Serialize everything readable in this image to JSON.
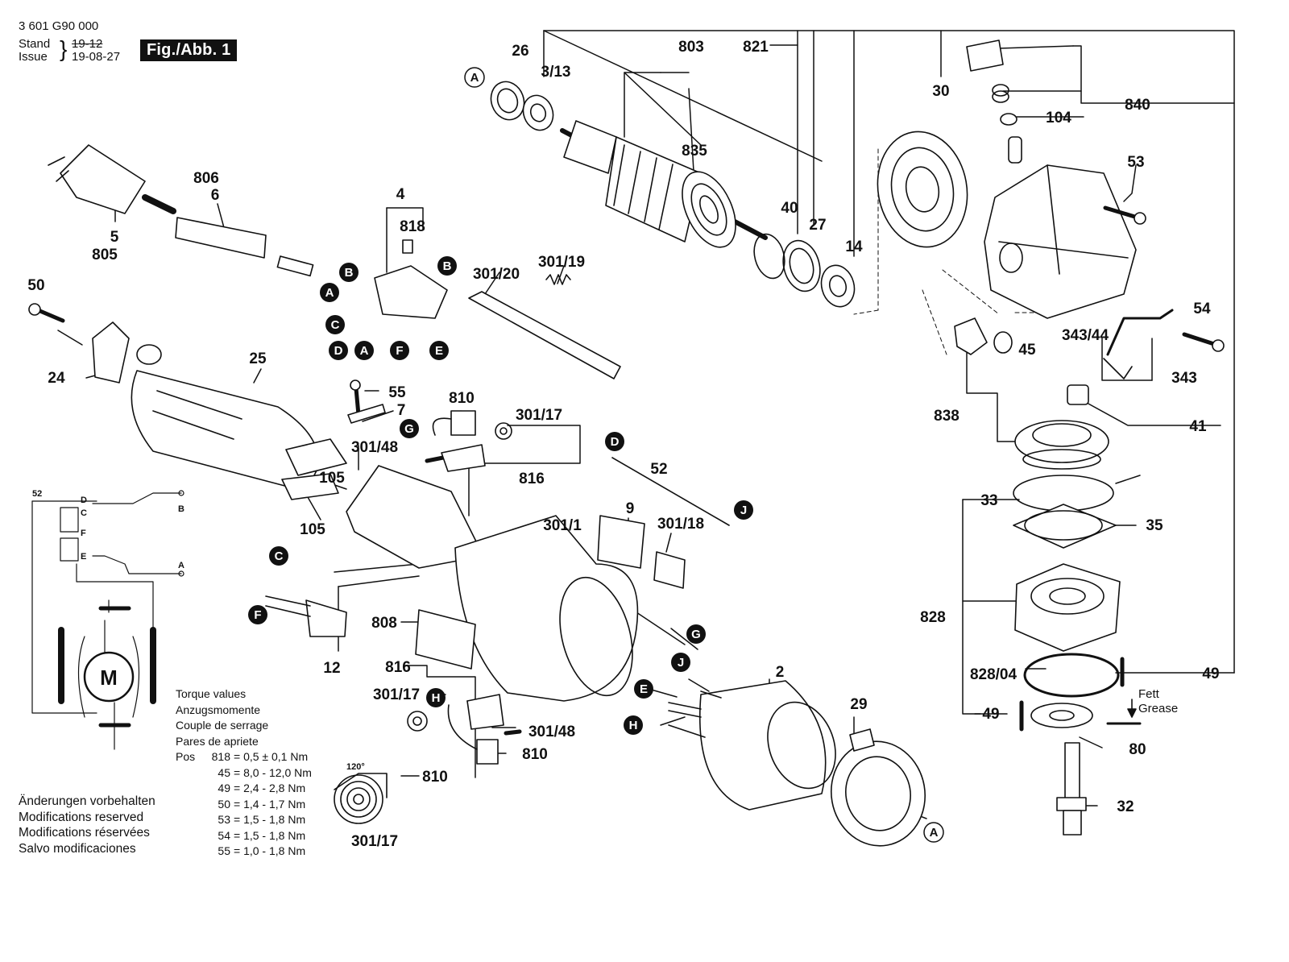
{
  "header": {
    "part_number": "3 601 G90 000",
    "stand_label": "Stand",
    "issue_label": "Issue",
    "stand_struck": "19-12",
    "issue_date": "19-08-27",
    "figure_label": "Fig./Abb. 1"
  },
  "torque": {
    "titles": [
      "Torque values",
      "Anzugsmomente",
      "Couple de serrage",
      "Pares de apriete"
    ],
    "prefix": "Pos",
    "rows": [
      {
        "pos": "818",
        "value": "0,5 ± 0,1 Nm"
      },
      {
        "pos": "45",
        "value": "8,0 - 12,0 Nm"
      },
      {
        "pos": "49",
        "value": "2,4 - 2,8 Nm"
      },
      {
        "pos": "50",
        "value": "1,4 - 1,7 Nm"
      },
      {
        "pos": "53",
        "value": "1,5 - 1,8 Nm"
      },
      {
        "pos": "54",
        "value": "1,5 - 1,8 Nm"
      },
      {
        "pos": "55",
        "value": "1,0 - 1,8 Nm"
      }
    ]
  },
  "notes": [
    "Änderungen vorbehalten",
    "Modifications reserved",
    "Modifications réservées",
    "Salvo modificaciones"
  ],
  "callouts": [
    {
      "id": "26",
      "text": "26"
    },
    {
      "id": "3-13",
      "text": "3/13"
    },
    {
      "id": "803",
      "text": "803"
    },
    {
      "id": "821",
      "text": "821"
    },
    {
      "id": "30",
      "text": "30"
    },
    {
      "id": "840",
      "text": "840"
    },
    {
      "id": "104",
      "text": "104"
    },
    {
      "id": "835",
      "text": "835"
    },
    {
      "id": "53",
      "text": "53"
    },
    {
      "id": "40",
      "text": "40"
    },
    {
      "id": "27",
      "text": "27"
    },
    {
      "id": "14",
      "text": "14"
    },
    {
      "id": "806",
      "text": "806"
    },
    {
      "id": "6",
      "text": "6"
    },
    {
      "id": "5",
      "text": "5"
    },
    {
      "id": "805",
      "text": "805"
    },
    {
      "id": "4",
      "text": "4"
    },
    {
      "id": "818",
      "text": "818"
    },
    {
      "id": "301-19",
      "text": "301/19"
    },
    {
      "id": "301-20",
      "text": "301/20"
    },
    {
      "id": "50",
      "text": "50"
    },
    {
      "id": "24",
      "text": "24"
    },
    {
      "id": "25",
      "text": "25"
    },
    {
      "id": "54",
      "text": "54"
    },
    {
      "id": "343-44",
      "text": "343/44"
    },
    {
      "id": "45",
      "text": "45"
    },
    {
      "id": "343",
      "text": "343"
    },
    {
      "id": "838",
      "text": "838"
    },
    {
      "id": "41",
      "text": "41"
    },
    {
      "id": "55",
      "text": "55"
    },
    {
      "id": "7",
      "text": "7"
    },
    {
      "id": "810-a",
      "text": "810"
    },
    {
      "id": "301-17-a",
      "text": "301/17"
    },
    {
      "id": "301-48-a",
      "text": "301/48"
    },
    {
      "id": "816-a",
      "text": "816"
    },
    {
      "id": "52-part",
      "text": "52"
    },
    {
      "id": "105-a",
      "text": "105"
    },
    {
      "id": "105-b",
      "text": "105"
    },
    {
      "id": "9",
      "text": "9"
    },
    {
      "id": "301-1",
      "text": "301/1"
    },
    {
      "id": "301-18",
      "text": "301/18"
    },
    {
      "id": "33",
      "text": "33"
    },
    {
      "id": "35",
      "text": "35"
    },
    {
      "id": "828",
      "text": "828"
    },
    {
      "id": "12",
      "text": "12"
    },
    {
      "id": "808",
      "text": "808"
    },
    {
      "id": "816-b",
      "text": "816"
    },
    {
      "id": "301-17-b",
      "text": "301/17"
    },
    {
      "id": "301-48-b",
      "text": "301/48"
    },
    {
      "id": "810-b",
      "text": "810"
    },
    {
      "id": "810-c",
      "text": "810"
    },
    {
      "id": "301-17-c",
      "text": "301/17"
    },
    {
      "id": "2",
      "text": "2"
    },
    {
      "id": "29",
      "text": "29"
    },
    {
      "id": "828-04",
      "text": "828/04"
    },
    {
      "id": "49-a",
      "text": "49"
    },
    {
      "id": "49-b",
      "text": "49"
    },
    {
      "id": "80",
      "text": "80"
    },
    {
      "id": "32",
      "text": "32"
    },
    {
      "id": "fett",
      "text": "Fett"
    },
    {
      "id": "grease",
      "text": "Grease"
    },
    {
      "id": "angle",
      "text": "120°"
    }
  ],
  "connectors": [
    {
      "id": "A1",
      "text": "A",
      "style": "open"
    },
    {
      "id": "B1",
      "text": "B",
      "style": "filled"
    },
    {
      "id": "A2",
      "text": "A",
      "style": "filled"
    },
    {
      "id": "B2",
      "text": "B",
      "style": "filled"
    },
    {
      "id": "C1",
      "text": "C",
      "style": "filled"
    },
    {
      "id": "D1",
      "text": "D",
      "style": "filled"
    },
    {
      "id": "A3",
      "text": "A",
      "style": "filled"
    },
    {
      "id": "F1",
      "text": "F",
      "style": "filled"
    },
    {
      "id": "E1",
      "text": "E",
      "style": "filled"
    },
    {
      "id": "G1",
      "text": "G",
      "style": "filled"
    },
    {
      "id": "D2",
      "text": "D",
      "style": "filled"
    },
    {
      "id": "J1",
      "text": "J",
      "style": "filled"
    },
    {
      "id": "C2",
      "text": "C",
      "style": "filled"
    },
    {
      "id": "F2",
      "text": "F",
      "style": "filled"
    },
    {
      "id": "H1",
      "text": "H",
      "style": "filled"
    },
    {
      "id": "G2",
      "text": "G",
      "style": "filled"
    },
    {
      "id": "J2",
      "text": "J",
      "style": "filled"
    },
    {
      "id": "E2",
      "text": "E",
      "style": "filled"
    },
    {
      "id": "H2",
      "text": "H",
      "style": "filled"
    },
    {
      "id": "A4",
      "text": "A",
      "style": "open"
    }
  ],
  "wiring": {
    "terminals": [
      {
        "id": "52",
        "text": "52"
      },
      {
        "id": "D",
        "text": "D"
      },
      {
        "id": "C",
        "text": "C"
      },
      {
        "id": "F",
        "text": "F"
      },
      {
        "id": "E",
        "text": "E"
      },
      {
        "id": "B",
        "text": "B"
      },
      {
        "id": "A",
        "text": "A"
      }
    ],
    "motor_label": "M"
  }
}
